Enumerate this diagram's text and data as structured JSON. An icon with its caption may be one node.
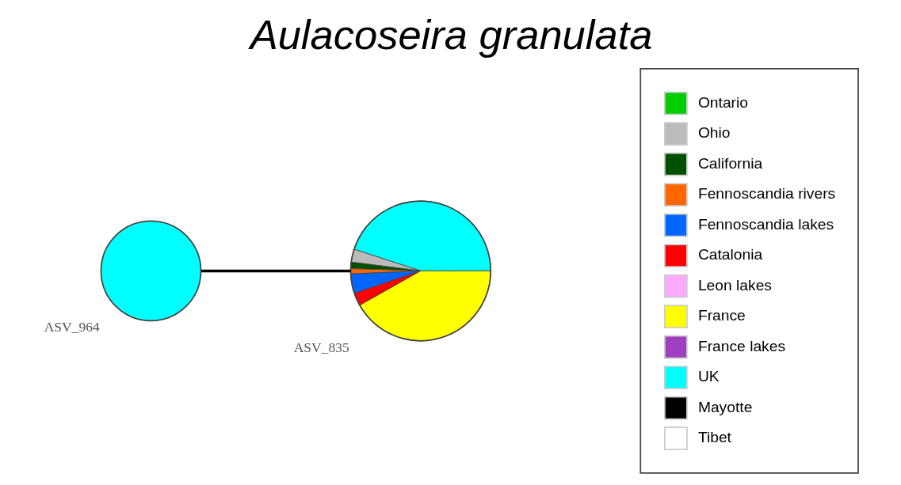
{
  "diagram": {
    "title": "Aulacoseira granulata",
    "nodes": [
      {
        "text": [],
        "shape": "circle",
        "beside": [
          "ASV_835"
        ]
      },
      {
        "text": [],
        "shape": "circle",
        "beside": [
          "ASV_964"
        ]
      }
    ],
    "edges": [
      {
        "from": 1,
        "to": 0,
        "arrow": "none"
      }
    ],
    "legend": [
      {
        "text": "Ontario",
        "color": "#00cc00"
      },
      {
        "text": "Ohio",
        "color": "#bbbbbb"
      },
      {
        "text": "California",
        "color": "#005000"
      },
      {
        "text": "Fennoscandia rivers",
        "color": "#ff6600"
      },
      {
        "text": "Fennoscandia lakes",
        "color": "#0066ff"
      },
      {
        "text": "Catalonia",
        "color": "#ff0000"
      },
      {
        "text": "Leon lakes",
        "color": "#ffaaff"
      },
      {
        "text": "France",
        "color": "#ffff00"
      },
      {
        "text": "France lakes",
        "color": "#a040c0"
      },
      {
        "text": "UK",
        "color": "#00ffff"
      },
      {
        "text": "Mayotte",
        "color": "#000000"
      },
      {
        "text": "Tibet",
        "color": "#ffffff"
      }
    ]
  }
}
